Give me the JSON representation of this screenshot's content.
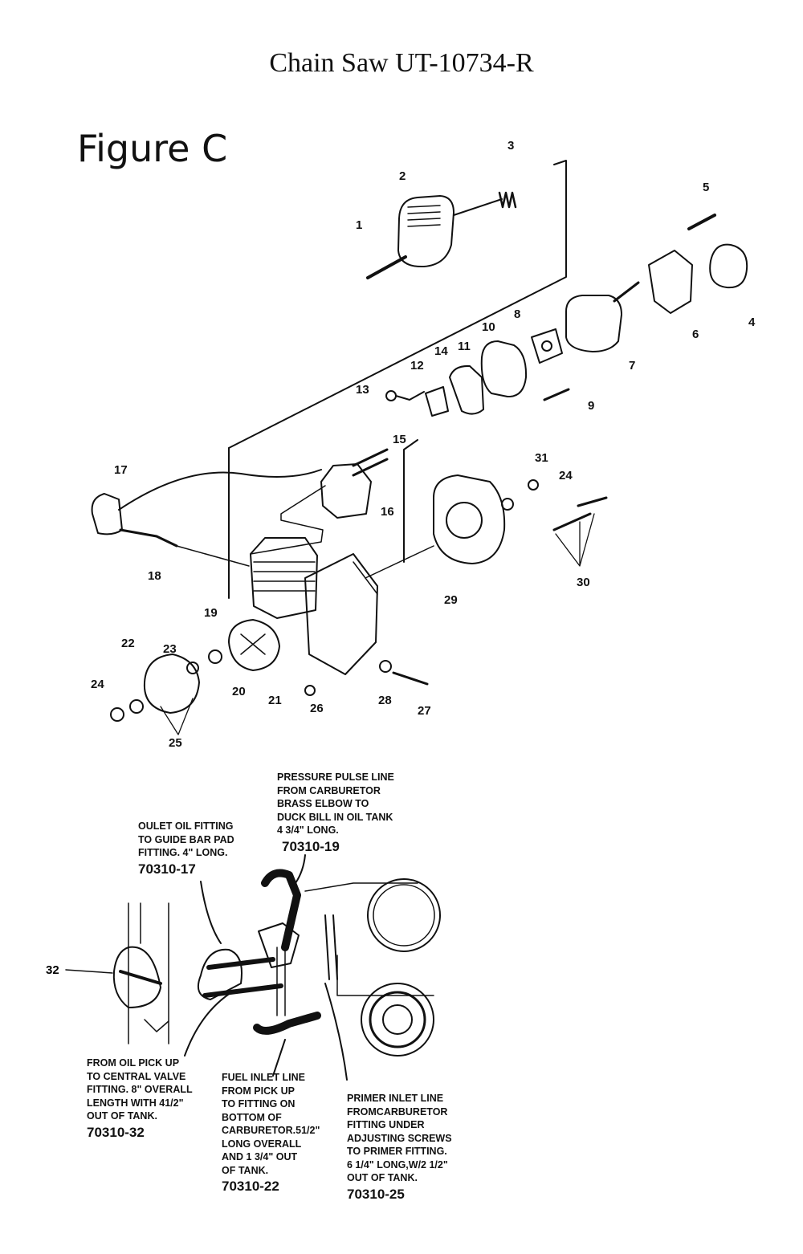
{
  "header": {
    "title": "Chain Saw UT-10734-R",
    "figure": "Figure C"
  },
  "callouts": [
    "1",
    "2",
    "3",
    "4",
    "5",
    "6",
    "7",
    "8",
    "9",
    "10",
    "11",
    "12",
    "13",
    "14",
    "15",
    "16",
    "17",
    "18",
    "19",
    "20",
    "21",
    "22",
    "23",
    "24",
    "25",
    "26",
    "27",
    "28",
    "29",
    "30",
    "31",
    "24"
  ],
  "detail_callout": "32",
  "notes": [
    {
      "lines": [
        "PRESSURE PULSE LINE",
        "FROM CARBURETOR",
        "BRASS ELBOW TO",
        "DUCK BILL IN OIL TANK",
        "4 3/4\" LONG."
      ],
      "code": "70310-19"
    },
    {
      "lines": [
        "OULET OIL FITTING",
        "TO GUIDE BAR PAD",
        "FITTING. 4\" LONG."
      ],
      "code": "70310-17"
    },
    {
      "lines": [
        "FROM OIL PICK UP",
        "TO CENTRAL VALVE",
        "FITTING. 8\" OVERALL",
        "LENGTH WITH 41/2\"",
        "OUT OF TANK."
      ],
      "code": "70310-32"
    },
    {
      "lines": [
        "FUEL INLET LINE",
        "FROM PICK UP",
        "TO FITTING ON",
        "BOTTOM OF",
        "CARBURETOR.51/2\"",
        " LONG OVERALL",
        "AND 1 3/4\" OUT",
        " OF TANK."
      ],
      "code": "70310-22"
    },
    {
      "lines": [
        "PRIMER INLET LINE",
        "FROMCARBURETOR",
        "FITTING UNDER",
        "ADJUSTING SCREWS",
        "TO PRIMER FITTING.",
        "6 1/4\" LONG,W/2 1/2\"",
        "OUT OF TANK."
      ],
      "code": "70310-25"
    }
  ]
}
